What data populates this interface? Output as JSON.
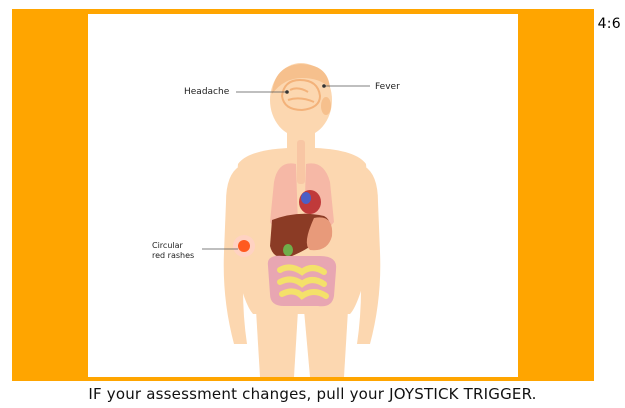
{
  "timer": "4:6",
  "instruction": "IF your assessment changes, pull your JOYSTICK TRIGGER.",
  "illustration": {
    "labels": {
      "headache": "Headache",
      "fever": "Fever",
      "rash_line1": "Circular",
      "rash_line2": "red rashes"
    }
  },
  "colors": {
    "frame": "#ffa500",
    "skin": "#fcd7b0",
    "hair": "#f6c08d",
    "liver": "#8b3b25",
    "rash": "#ff5a1f"
  }
}
